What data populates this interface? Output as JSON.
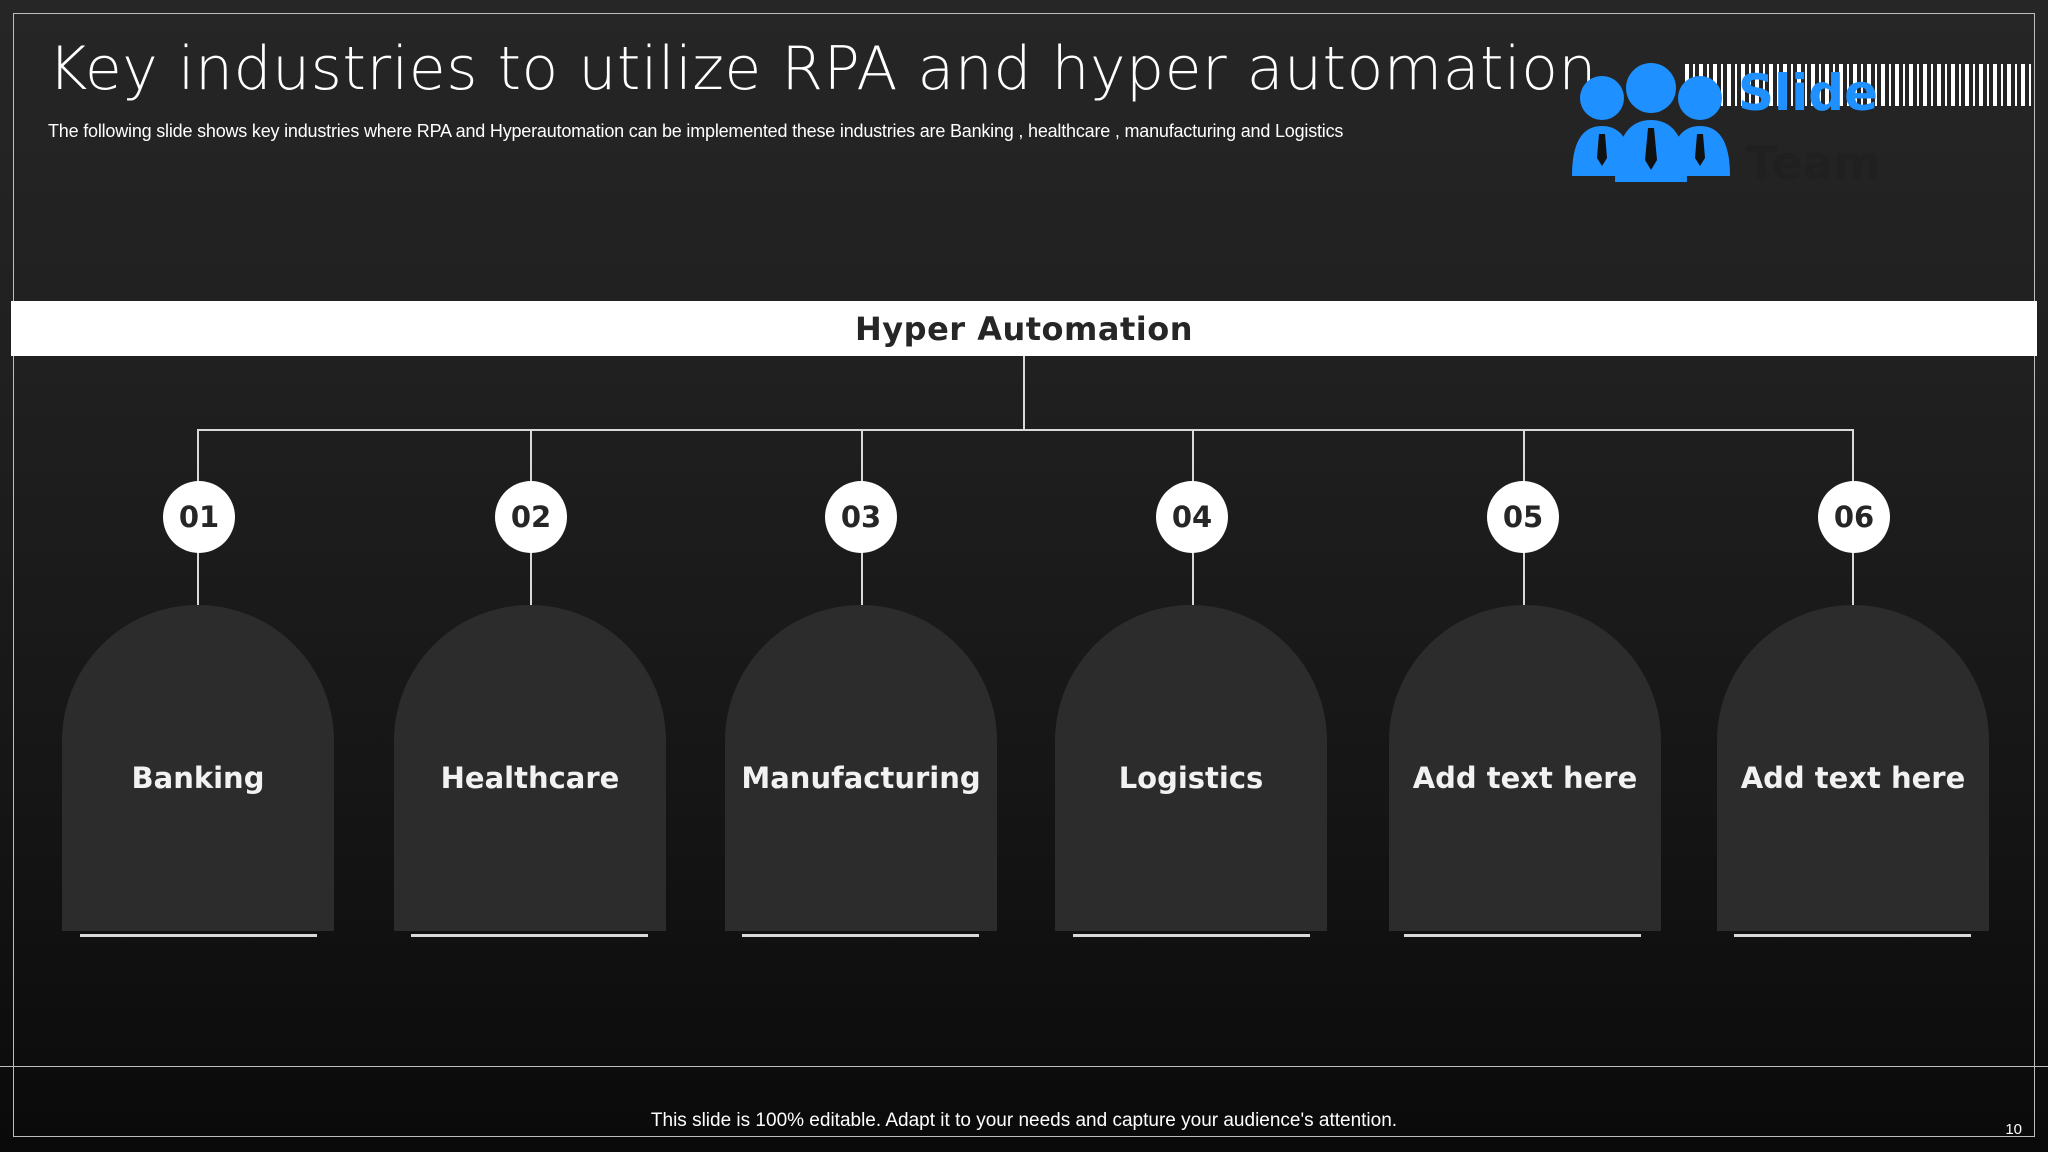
{
  "slide": {
    "title": "Key industries to utilize RPA and hyper automation",
    "subtitle": "The following slide shows key industries where RPA and Hyperautomation can be implemented  these industries are Banking , healthcare , manufacturing and Logistics",
    "banner": "Hyper Automation",
    "items": [
      {
        "number": "01",
        "label": "Banking"
      },
      {
        "number": "02",
        "label": "Healthcare"
      },
      {
        "number": "03",
        "label": "Manufacturing"
      },
      {
        "number": "04",
        "label": "Logistics"
      },
      {
        "number": "05",
        "label": "Add text here"
      },
      {
        "number": "06",
        "label": "Add text here"
      }
    ],
    "footer": "This slide is 100% editable. Adapt it to your needs and capture your audience's attention.",
    "page_number": "10"
  },
  "logo": {
    "icon": "team-people-icon",
    "word1": "Slide",
    "word2": "Team",
    "color": "#1e90ff"
  }
}
